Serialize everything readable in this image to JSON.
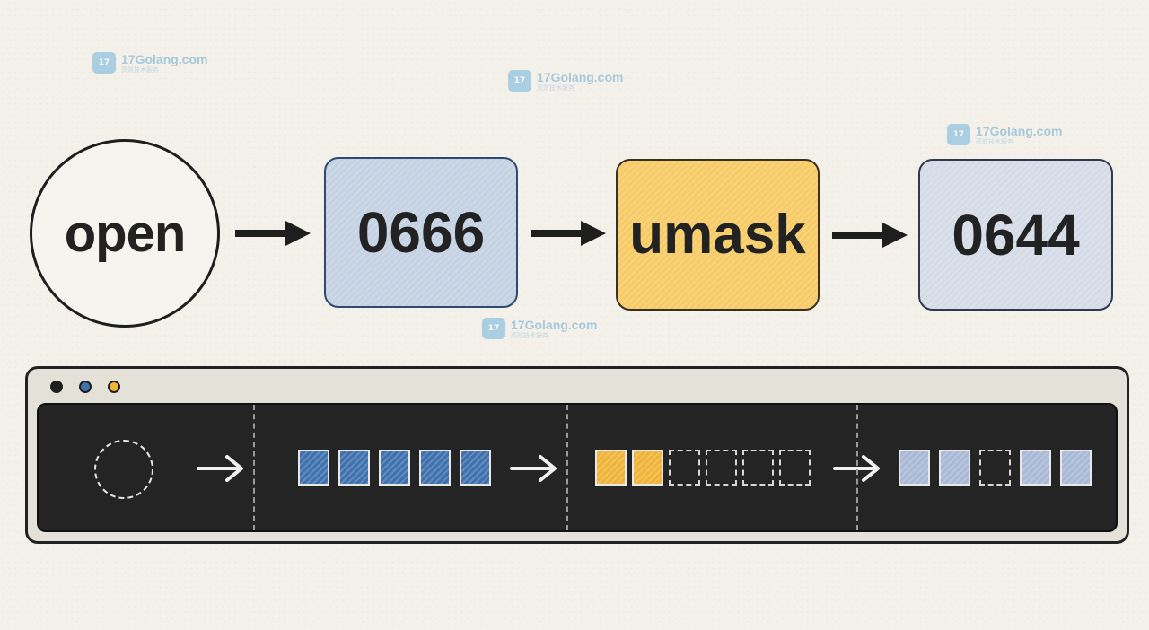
{
  "watermark": {
    "logo_label": "17",
    "site": "17Golang.com",
    "tagline": "高效技术服务"
  },
  "flow": {
    "start_label": "open",
    "requested_mode": "0666",
    "mask_label": "umask",
    "result_mode": "0644"
  },
  "icons": {
    "flow_arrow": "right-arrow-icon",
    "window_dots": [
      "close-dot-icon",
      "minimize-dot-icon",
      "zoom-dot-icon"
    ]
  },
  "colors": {
    "requested_bits": "#3f72ad",
    "mask_bits": "#efb43a",
    "result_bits": "#a9b9d6",
    "terminal_bg": "#242424",
    "umask_box": "#f7cb66",
    "mode_box": "#c5d2e3"
  },
  "terminal": {
    "requested_bits": [
      1,
      1,
      1,
      1,
      1
    ],
    "mask_bits": [
      1,
      1,
      0,
      0,
      0,
      0
    ],
    "result_bits": [
      1,
      1,
      0,
      1,
      1
    ]
  }
}
